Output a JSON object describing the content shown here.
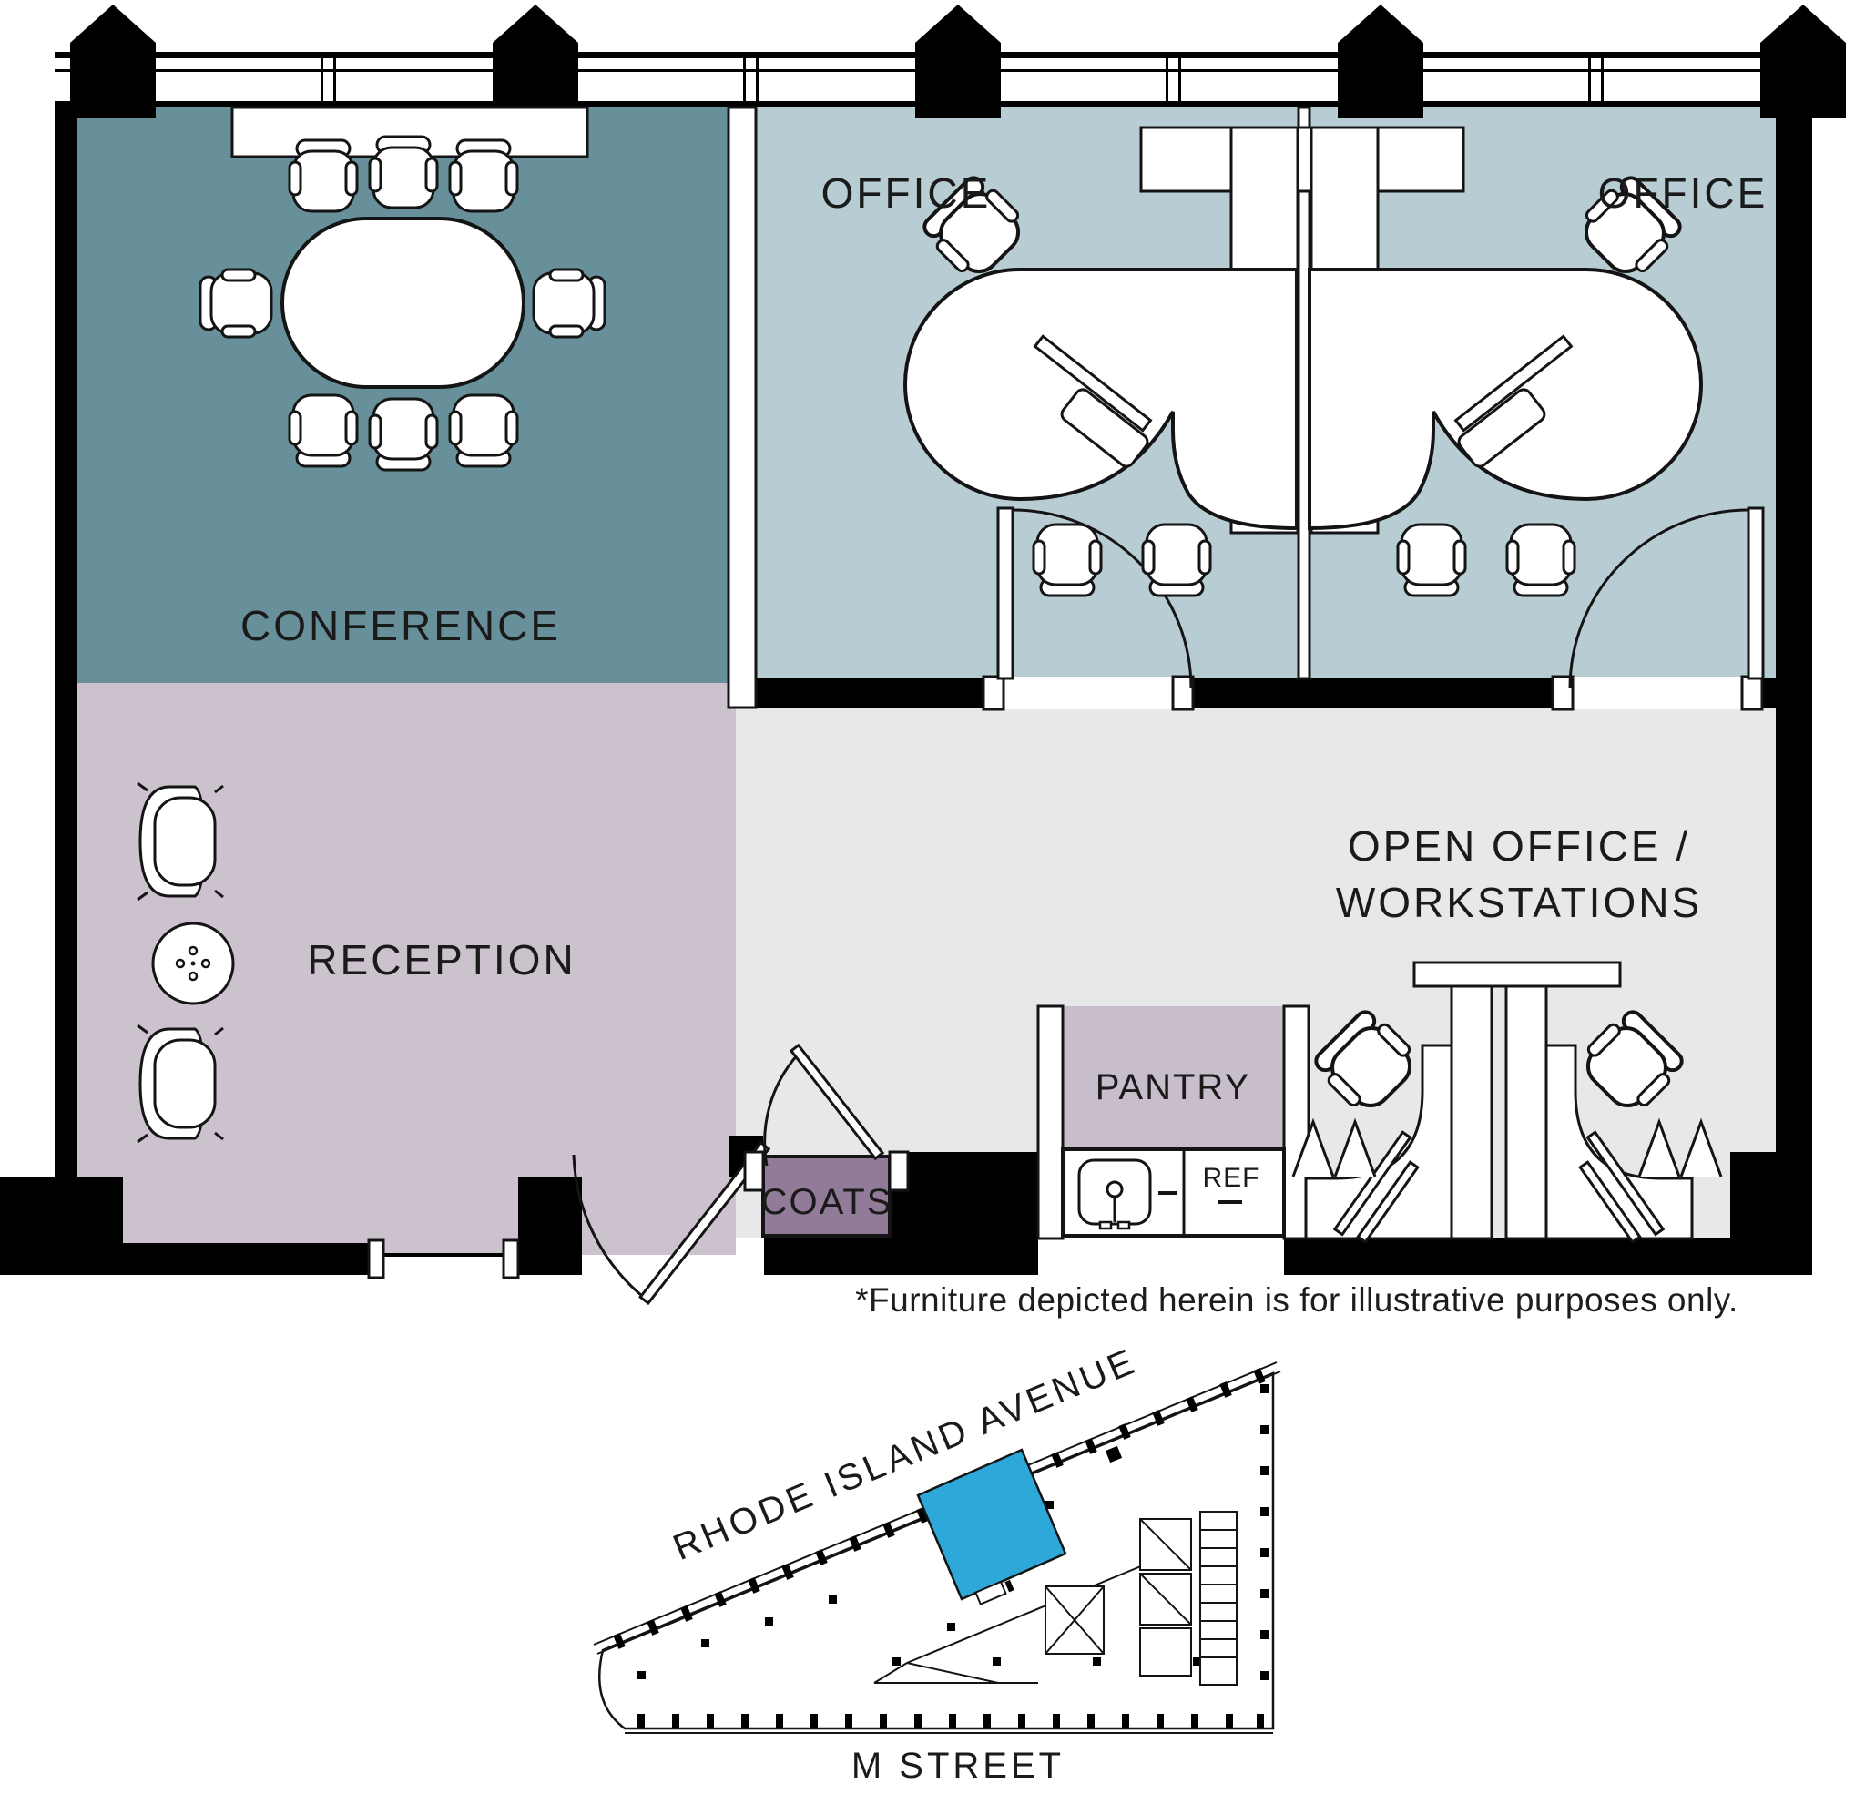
{
  "plan": {
    "rooms": {
      "conference": {
        "label": "CONFERENCE",
        "color": "#68909b"
      },
      "office_left": {
        "label": "OFFICE",
        "color": "#b8ccd3"
      },
      "office_right": {
        "label": "OFFICE",
        "color": "#b8ccd3"
      },
      "reception": {
        "label": "RECEPTION",
        "color": "#ccc2cd"
      },
      "open_office": {
        "label_line1": "OPEN OFFICE /",
        "label_line2": "WORKSTATIONS",
        "color": "#e8e7ea"
      },
      "pantry": {
        "label": "PANTRY",
        "color": "#c8bdca"
      },
      "coats": {
        "label": "COATS",
        "color": "#927b98"
      },
      "refrigerator": {
        "label": "REF"
      }
    },
    "footnote": "*Furniture depicted herein is for illustrative purposes only."
  },
  "site_plan": {
    "street_diagonal": "RHODE ISLAND AVENUE",
    "street_bottom": "M STREET",
    "highlight_color": "#2ea8d9"
  },
  "colors": {
    "wall": "#000000",
    "line": "#141414",
    "background": "#ffffff"
  }
}
